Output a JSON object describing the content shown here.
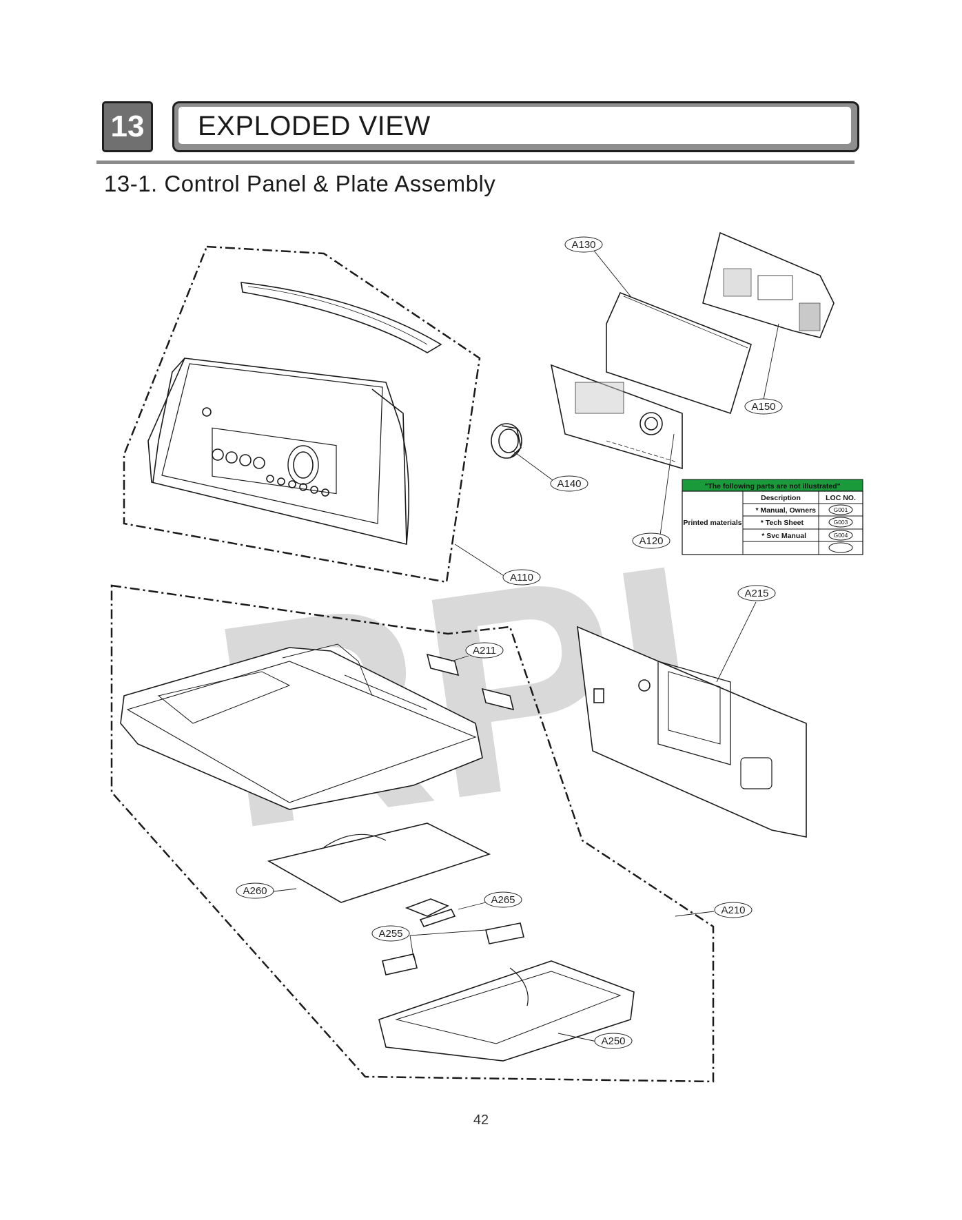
{
  "header": {
    "section_number": "13",
    "section_title": "EXPLODED VIEW",
    "subsection_title": "13-1. Control Panel & Plate Assembly"
  },
  "watermark": "RPI",
  "callouts": {
    "a130": "A130",
    "a150": "A150",
    "a140": "A140",
    "a120": "A120",
    "a110": "A110",
    "a215": "A215",
    "a211": "A211",
    "a260": "A260",
    "a265": "A265",
    "a255": "A255",
    "a210": "A210",
    "a250": "A250"
  },
  "not_illustrated_table": {
    "title": "\"The following parts are not illustrated\"",
    "header_color": "#1a9a3a",
    "col_description": "Description",
    "col_loc": "LOC NO.",
    "group_label": "Printed materials",
    "rows": [
      {
        "description": "* Manual, Owners",
        "loc": "G001"
      },
      {
        "description": "* Tech Sheet",
        "loc": "G003"
      },
      {
        "description": "* Svc Manual",
        "loc": "G004"
      },
      {
        "description": "",
        "loc": ""
      }
    ]
  },
  "footer": {
    "page_number": "42"
  }
}
